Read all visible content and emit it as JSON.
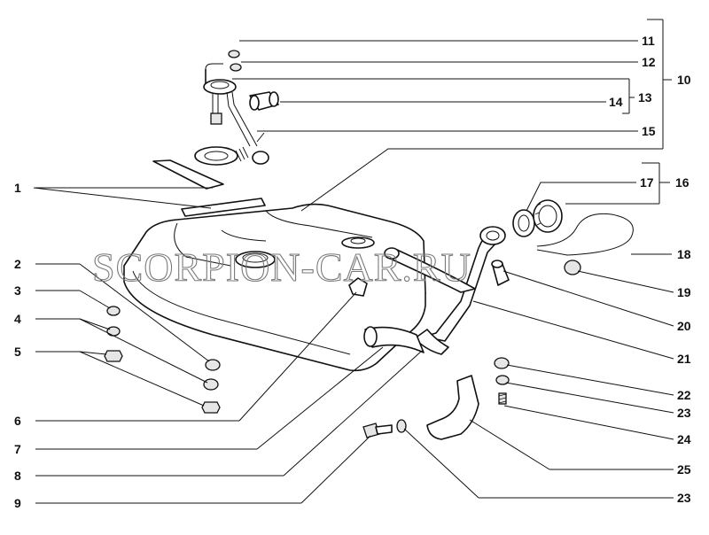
{
  "watermark": "SCORPION-CAR.RU",
  "callouts": {
    "c1": "1",
    "c2": "2",
    "c3": "3",
    "c4": "4",
    "c5": "5",
    "c6": "6",
    "c7": "7",
    "c8": "8",
    "c9": "9",
    "c10": "10",
    "c11": "11",
    "c12": "12",
    "c13": "13",
    "c14": "14",
    "c15": "15",
    "c16": "16",
    "c17": "17",
    "c18": "18",
    "c19": "19",
    "c20": "20",
    "c21": "21",
    "c22": "22",
    "c23a": "23",
    "c23b": "23",
    "c24": "24",
    "c25": "25"
  }
}
